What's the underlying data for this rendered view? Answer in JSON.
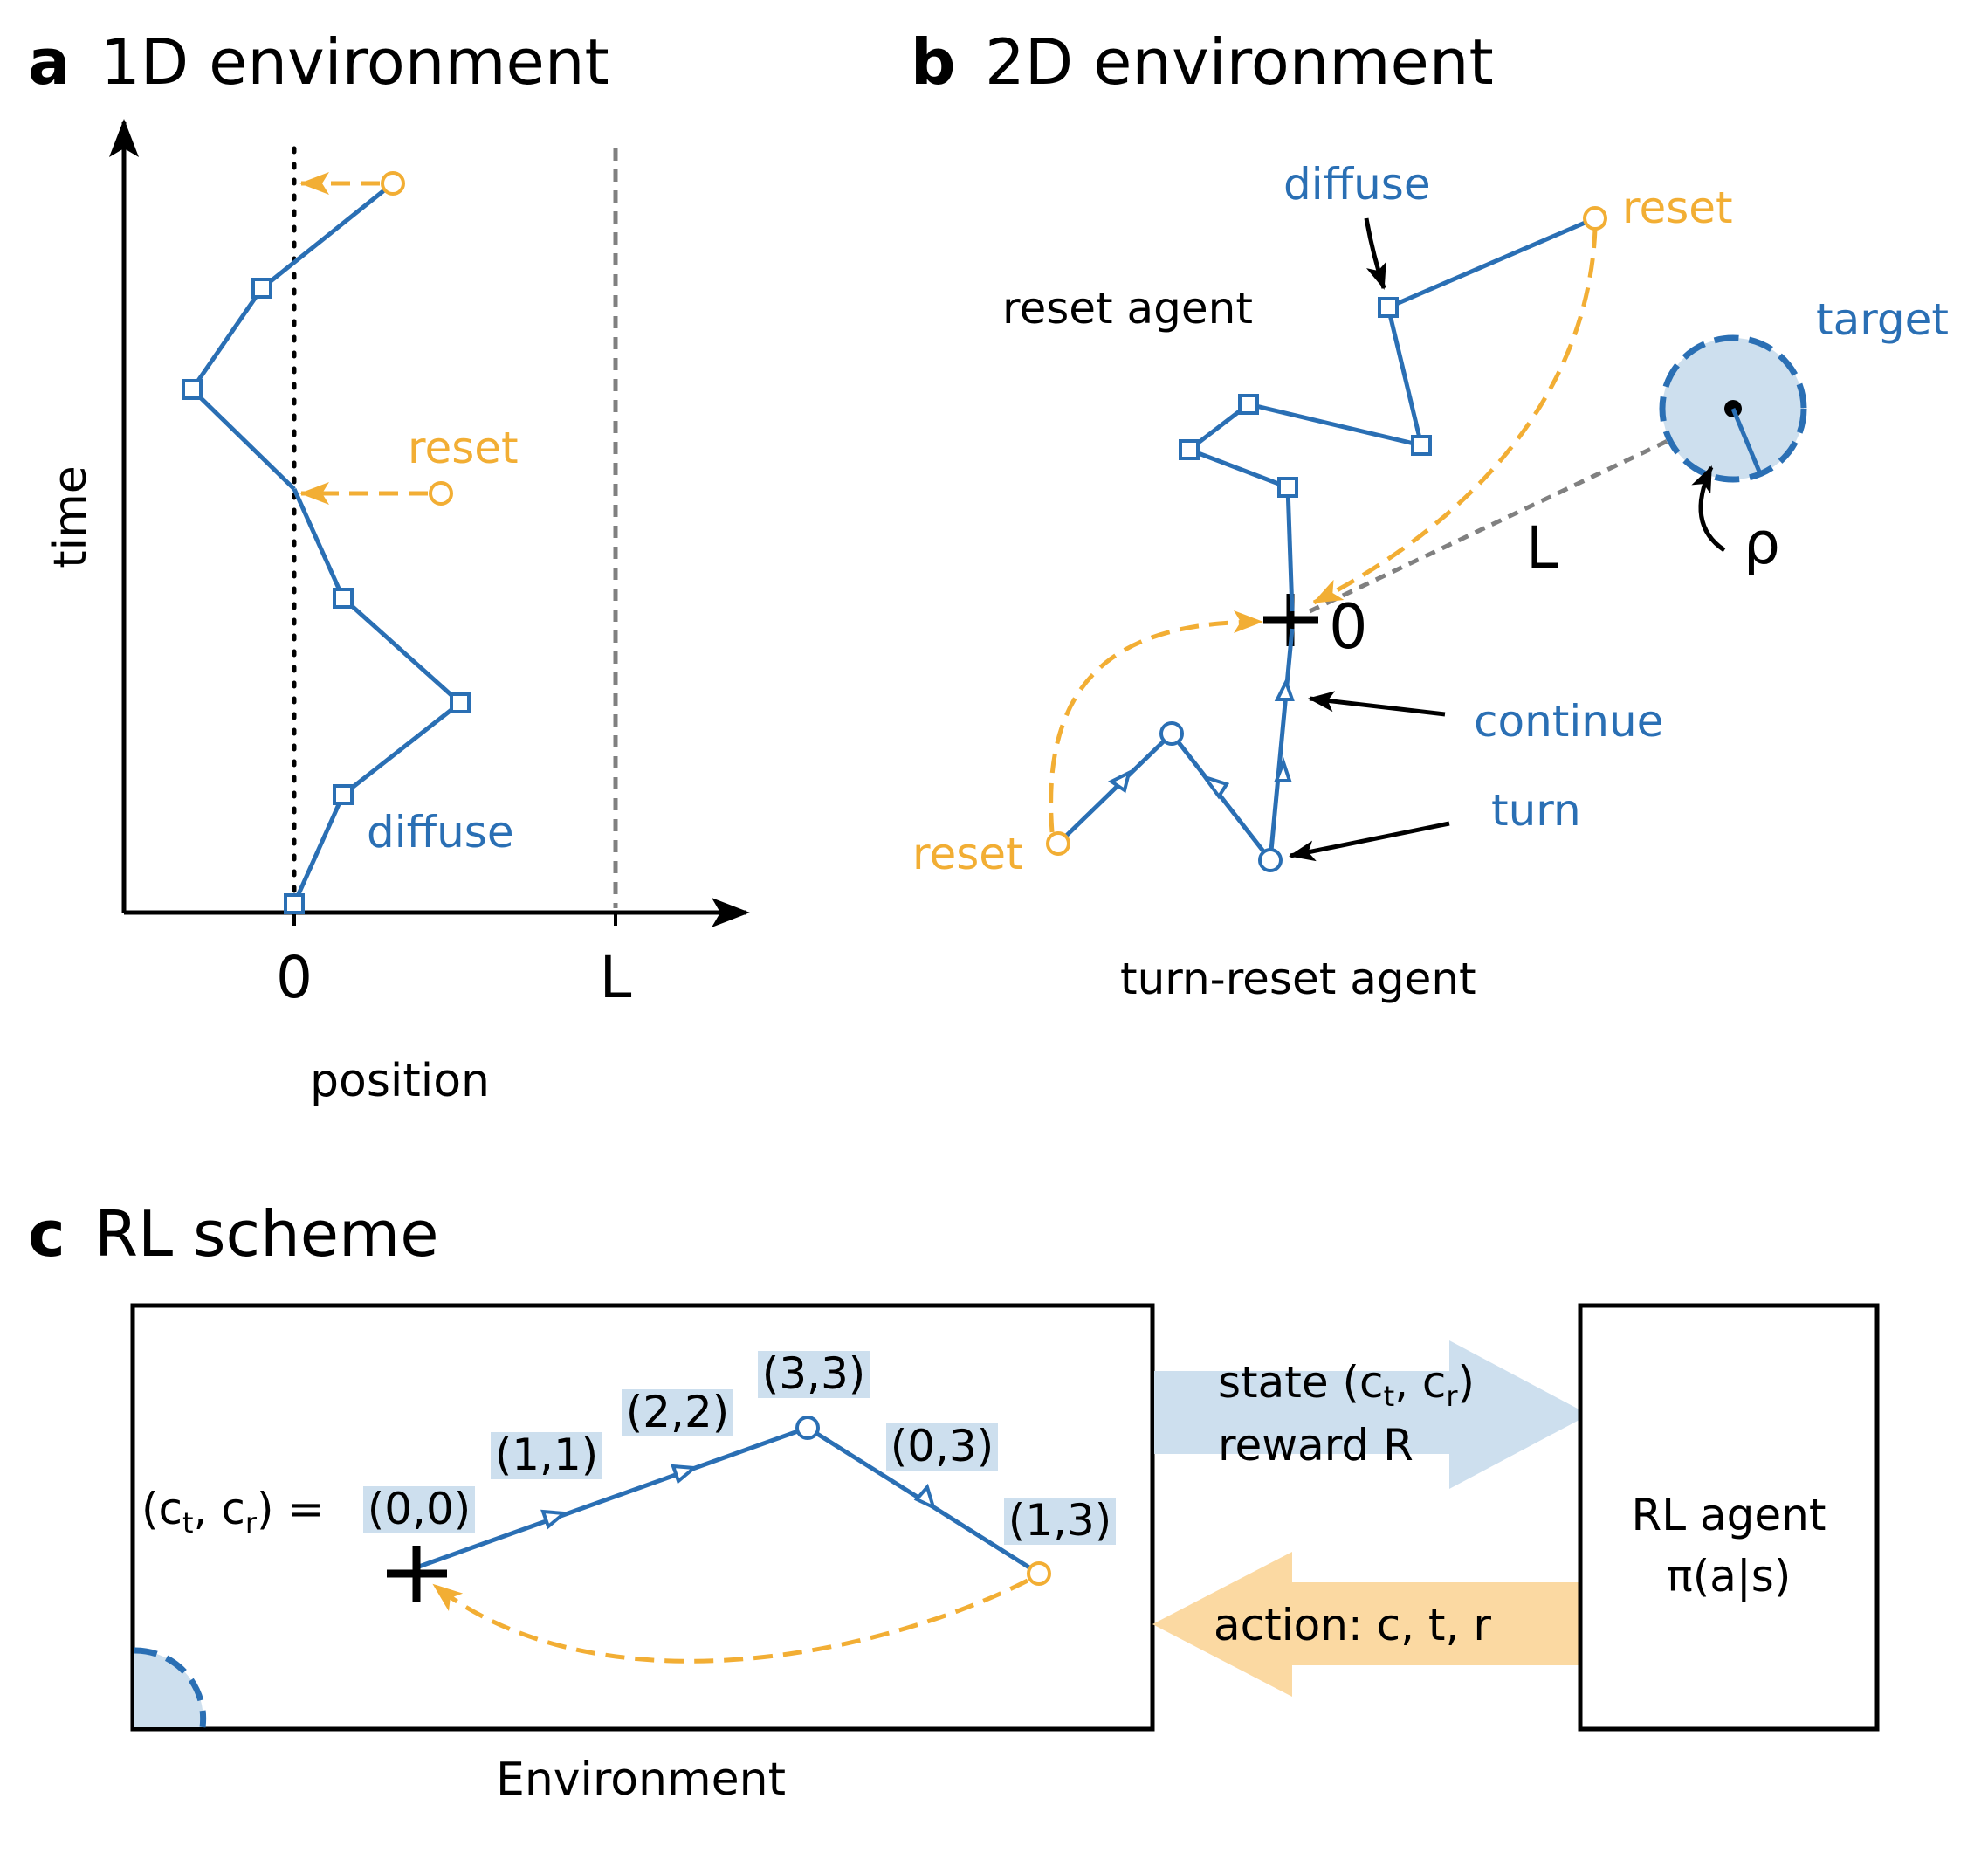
{
  "colors": {
    "blue": "#2a6fb4",
    "orange": "#f2ae34",
    "light_blue": "#cddfee",
    "light_orange": "#fbd9a2",
    "black": "#000000",
    "gray": "#808080"
  },
  "panel_a": {
    "letter": "a",
    "title": "1D environment",
    "y_axis_label": "time",
    "x_axis_label": "position",
    "tick_zero": "0",
    "tick_L": "L",
    "reset_label": "reset",
    "diffuse_label": "diffuse"
  },
  "panel_b": {
    "letter": "b",
    "title": "2D environment",
    "diffuse_label": "diffuse",
    "reset_top_label": "reset",
    "reset_agent_label": "reset agent",
    "target_label": "target",
    "L_label": "L",
    "rho_label": "ρ",
    "origin_label": "0",
    "continue_label": "continue",
    "turn_label": "turn",
    "reset_bottom_label": "reset",
    "turn_reset_agent_label": "turn-reset agent"
  },
  "panel_c": {
    "letter": "c",
    "title": "RL scheme",
    "state_eq_prefix": "(c",
    "sub_t": "t",
    "sep": ", c",
    "sub_r": "r",
    "state_eq_suffix": ") =",
    "coords": [
      "(0,0)",
      "(1,1)",
      "(2,2)",
      "(3,3)",
      "(0,3)",
      "(1,3)"
    ],
    "state_line_prefix": "state (c",
    "state_line_sep": ", c",
    "state_line_suffix": ")",
    "reward_line": "reward R",
    "action_label": "action: c, t, r",
    "agent_line1": "RL agent",
    "agent_line2": "π(a|s)",
    "environment_label": "Environment"
  }
}
